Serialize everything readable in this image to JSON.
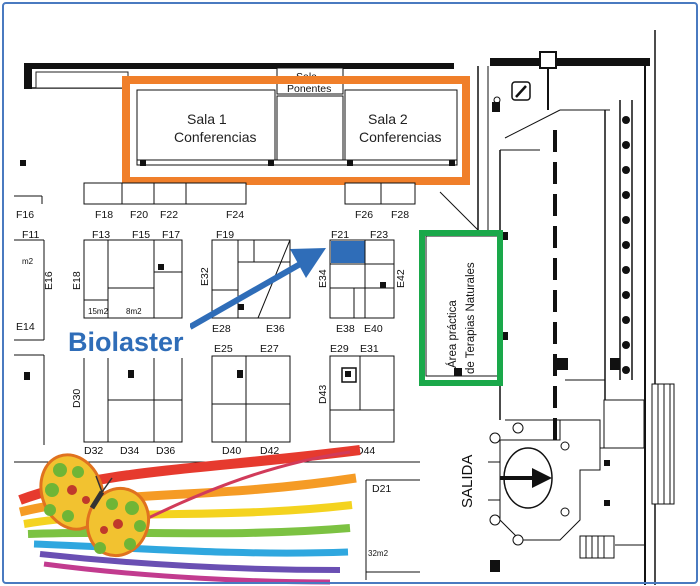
{
  "rooms": {
    "sala_top": "Sala",
    "sala_top_cut": "Ponentes",
    "sala1_line1": "Sala 1",
    "sala1_line2": "Conferencias",
    "sala2_line1": "Sala 2",
    "sala2_line2": "Conferencias"
  },
  "zone": {
    "line1": "Área práctica",
    "line2": "de Terapias Naturales"
  },
  "exit_label": "SALIDA",
  "callout": {
    "text": "Biolaster",
    "target_stand": "F21"
  },
  "areas": {
    "a1": "15m2",
    "a2": "8m2",
    "a3": "m2",
    "a4": "32m2"
  },
  "stands": {
    "F16": "F16",
    "F18": "F18",
    "F20": "F20",
    "F22": "F22",
    "F24": "F24",
    "F26": "F26",
    "F28": "F28",
    "F11": "F11",
    "F13": "F13",
    "F15": "F15",
    "F17": "F17",
    "F19": "F19",
    "F21": "F21",
    "F23": "F23",
    "E16": "E16",
    "E18": "E18",
    "E32": "E32",
    "E34": "E34",
    "E42": "E42",
    "E14": "E14",
    "E28": "E28",
    "E36": "E36",
    "E38": "E38",
    "E40": "E40",
    "E25": "E25",
    "E27": "E27",
    "E29": "E29",
    "E31": "E31",
    "D30": "D30",
    "D32": "D32",
    "D34": "D34",
    "D36": "D36",
    "D40": "D40",
    "D42": "D42",
    "D43": "D43",
    "D44": "D44",
    "D21": "D21"
  },
  "colors": {
    "frame": "#4a7ac0",
    "conference_highlight": "#f07f2a",
    "natural_area_highlight": "#1aa84a",
    "stand_highlight": "#2f6db8",
    "callout": "#2f6db8"
  },
  "icons": [
    "pen-sign-icon",
    "exit-arrow-icon",
    "butterfly-logo"
  ]
}
